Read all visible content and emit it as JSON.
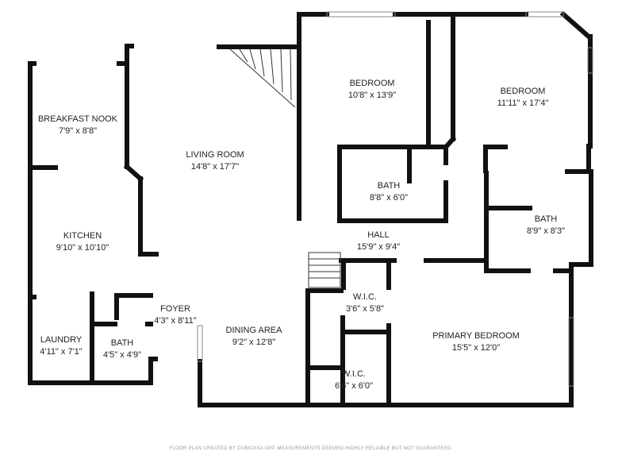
{
  "rooms": {
    "breakfast_nook": {
      "name": "BREAKFAST NOOK",
      "size": "7'9\" x 8'8\""
    },
    "living_room": {
      "name": "LIVING ROOM",
      "size": "14'8\" x 17'7\""
    },
    "bedroom_1": {
      "name": "BEDROOM",
      "size": "10'8\" x 13'9\""
    },
    "bedroom_2": {
      "name": "BEDROOM",
      "size": "11'11\" x 17'4\""
    },
    "bath_1": {
      "name": "BATH",
      "size": "8'8\" x 6'0\""
    },
    "bath_2": {
      "name": "BATH",
      "size": "8'9\" x 8'3\""
    },
    "kitchen": {
      "name": "KITCHEN",
      "size": "9'10\" x 10'10\""
    },
    "hall": {
      "name": "HALL",
      "size": "15'9\" x 9'4\""
    },
    "foyer": {
      "name": "FOYER",
      "size": "4'3\" x 8'11\""
    },
    "wic_1": {
      "name": "W.I.C.",
      "size": "3'6\" x 5'8\""
    },
    "laundry": {
      "name": "LAUNDRY",
      "size": "4'11\" x 7'1\""
    },
    "bath_3": {
      "name": "BATH",
      "size": "4'5\" x 4'9\""
    },
    "dining_area": {
      "name": "DINING AREA",
      "size": "9'2\" x 12'8\""
    },
    "primary_bedroom": {
      "name": "PRIMARY BEDROOM",
      "size": "15'5\" x 12'0\""
    },
    "wic_2": {
      "name": "W.I.C.",
      "size": "6'6\" x 6'0\""
    }
  },
  "footer": "FLOOR PLAN CREATED BY CUBICASA APP. MEASUREMENTS DEEMED HIGHLY RELIABLE BUT NOT GUARANTEED."
}
